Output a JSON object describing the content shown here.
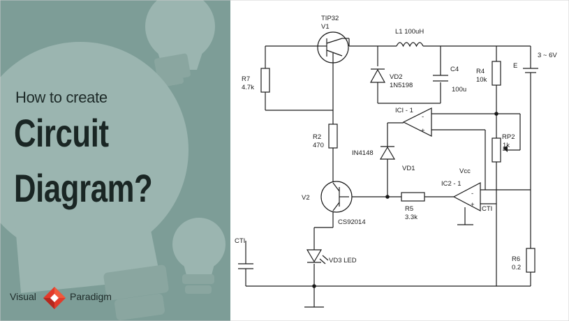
{
  "heading": {
    "subtitle": "How to create",
    "line1": "Circuit",
    "line2": "Diagram?"
  },
  "brand": {
    "left": "Visual",
    "right": "Paradigm",
    "colors": [
      "#e23a2a",
      "#b5281e",
      "#f05a3c"
    ]
  },
  "colors": {
    "panel": "#7d9d97",
    "bulb": "#9bb5b0",
    "bulb_base": "#8aa6a0",
    "ink": "#1a1a1a"
  },
  "labels": {
    "tip32": "TIP32",
    "v1": "V1",
    "l1": "L1 100uH",
    "r7": "R7",
    "r7v": "4.7k",
    "vd2": "VD2",
    "vd2v": "1N5198",
    "c4": "C4",
    "c4v": "100u",
    "r4": "R4",
    "r4v": "10k",
    "e": "E",
    "supply": "3 ~ 6V",
    "ic1": "ICI - 1",
    "r2": "R2",
    "r2v": "470",
    "in4148": "IN4148",
    "rp2": "RP2",
    "rp2v": "1k",
    "vd1": "VD1",
    "vcc": "Vcc",
    "ic2": "IC2 - 1",
    "v2": "V2",
    "r5": "R5",
    "r5v": "3.3k",
    "cti2": "CTI",
    "cs": "CS92014",
    "cti1": "CTI",
    "r6": "R6",
    "r6v": "0.2",
    "vd3": "VD3 LED",
    "minus1": "-",
    "plus1": "+",
    "minus2": "-",
    "plus2": "+"
  }
}
